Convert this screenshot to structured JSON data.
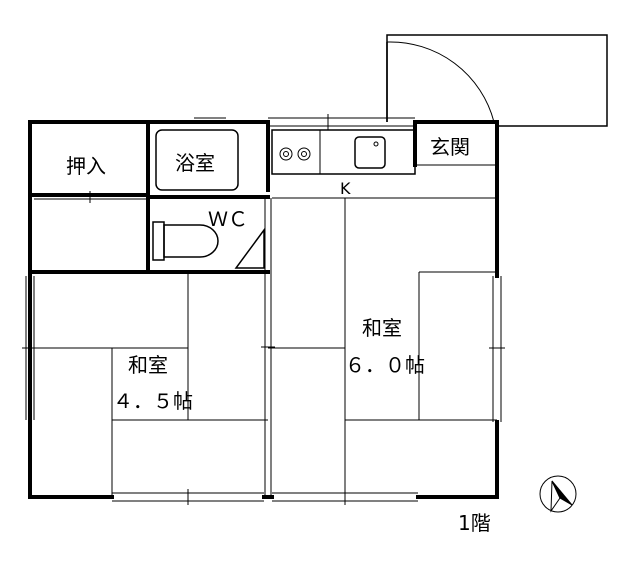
{
  "plan": {
    "floor_label": "1階",
    "rooms": {
      "oshiire": "押入",
      "bath": "浴室",
      "genkan": "玄関",
      "kitchen": "K",
      "toilet": "ＷＣ",
      "washitsu_small_name": "和室",
      "washitsu_small_size": "４．５帖",
      "washitsu_large_name": "和室",
      "washitsu_large_size": "６．０帖"
    },
    "icons": {
      "compass": "north-arrow-icon",
      "stove": "gas-stove-icon",
      "sink": "sink-icon",
      "toilet": "toilet-icon",
      "door": "entrance-door-swing-icon"
    }
  }
}
